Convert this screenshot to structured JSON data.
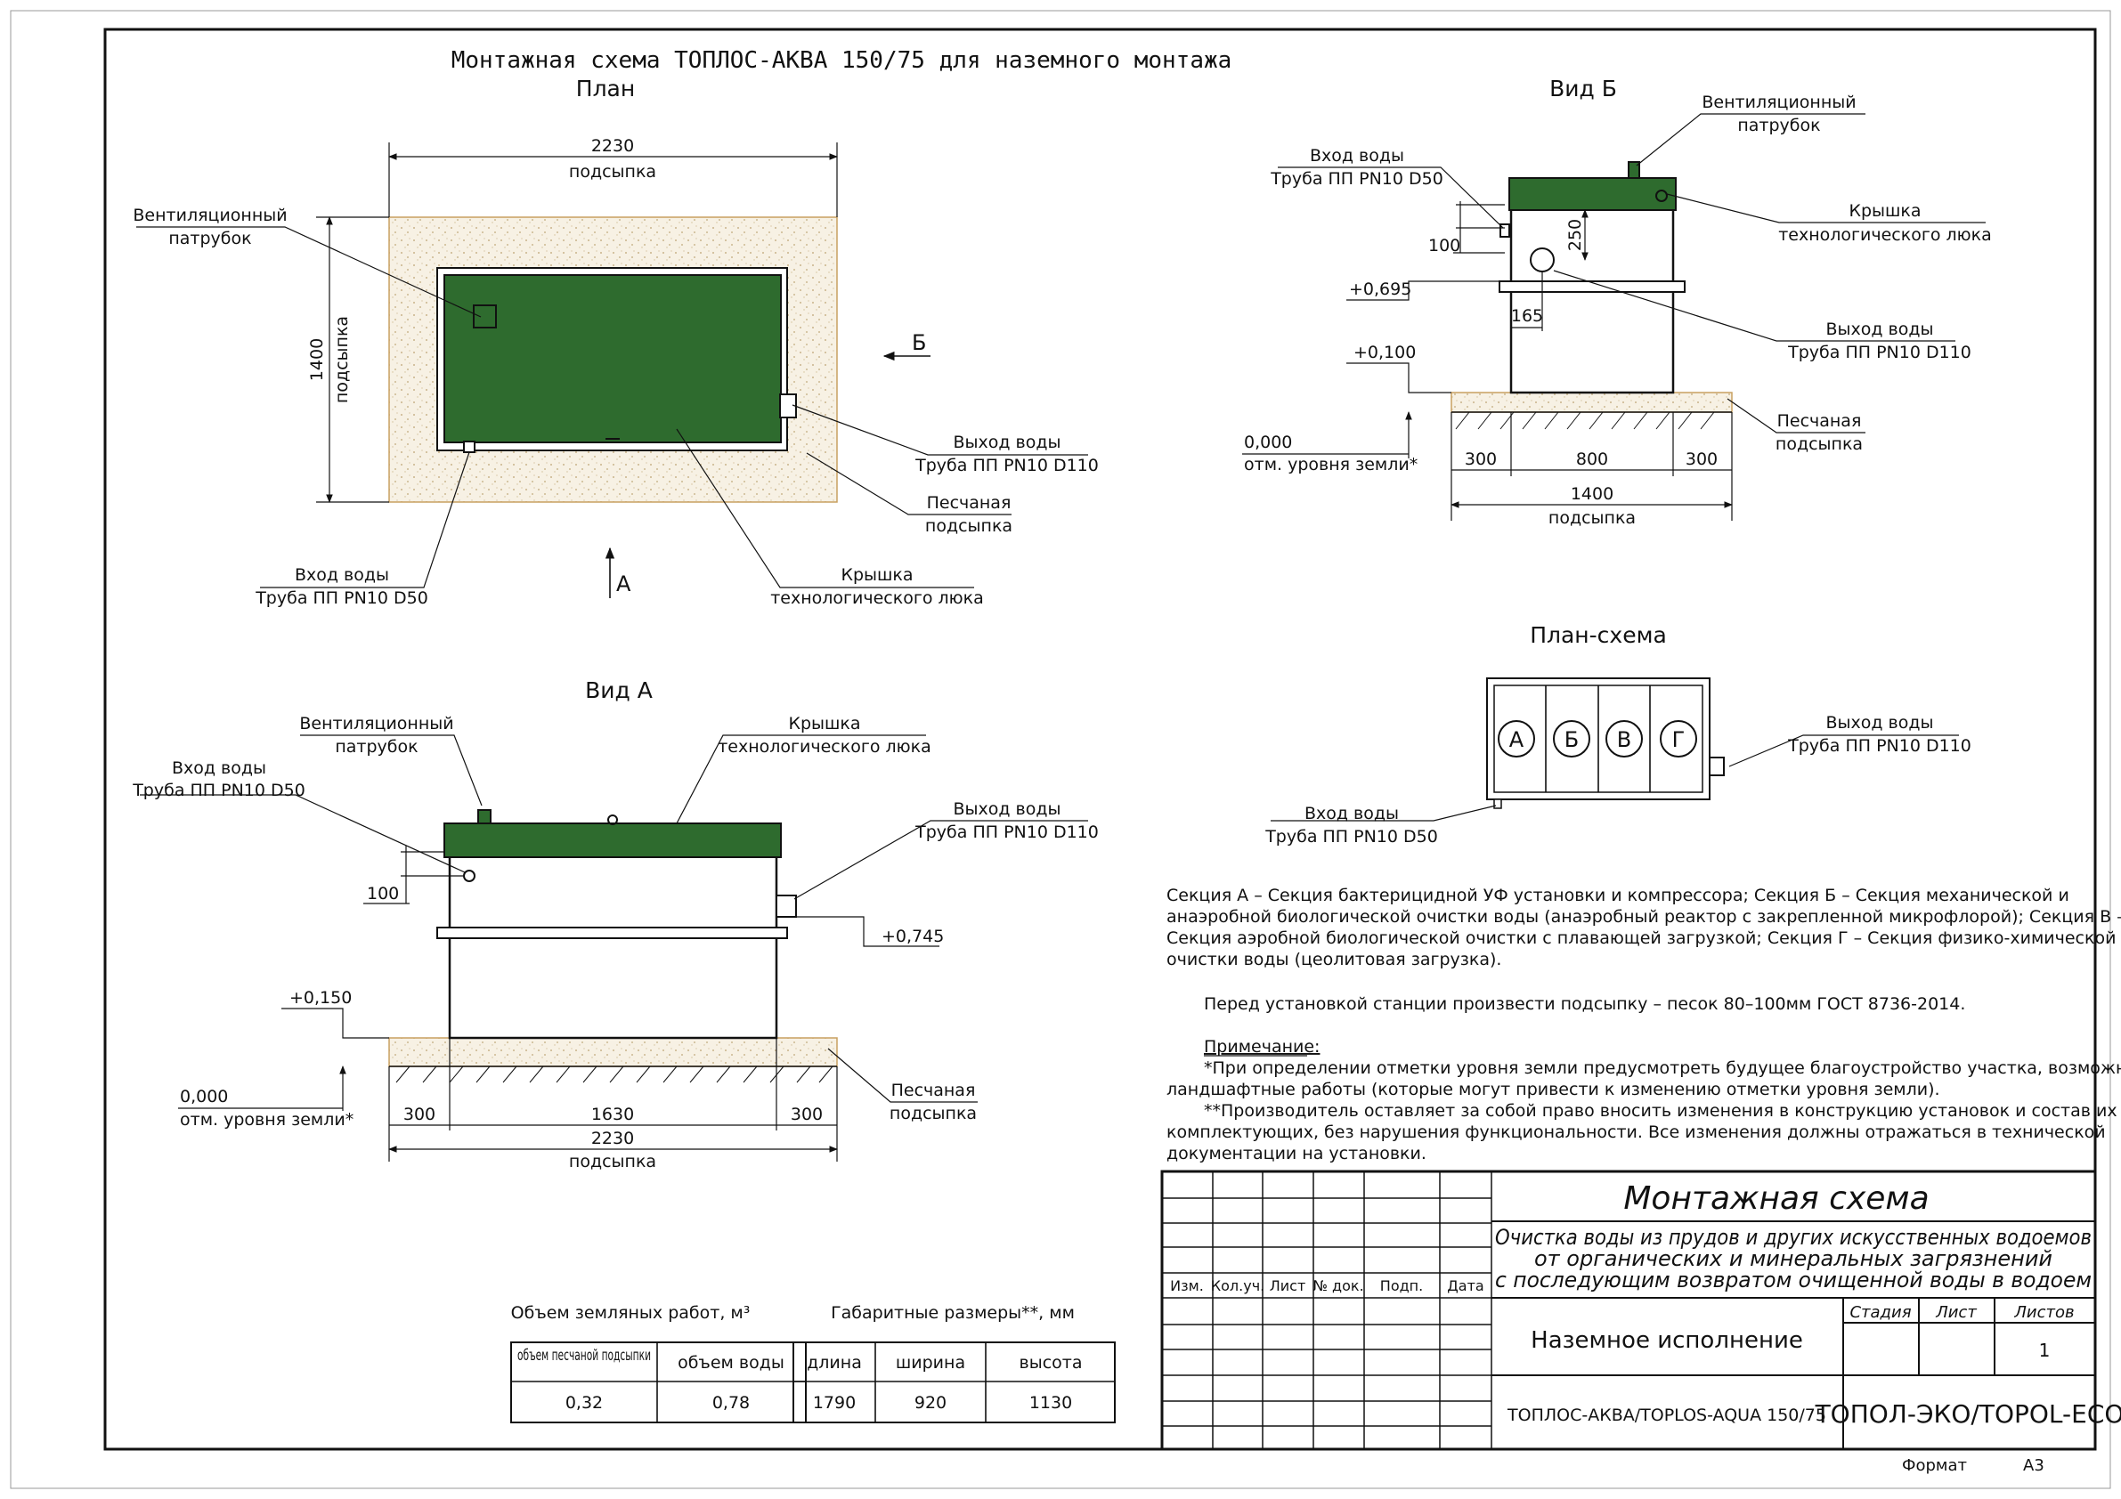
{
  "sheet": {
    "title": "Монтажная схема ТОПЛОС-АКВА 150/75 для наземного монтажа",
    "format_label": "Формат",
    "format_value": "А3"
  },
  "plan": {
    "title": "План",
    "dim_width": "2230",
    "dim_width_sub": "подсыпка",
    "dim_height": "1400",
    "dim_height_sub": "подсыпка",
    "arrow_b": "Б",
    "arrow_a": "А",
    "vent_l1": "Вентиляционный",
    "vent_l2": "патрубок",
    "out_l1": "Выход воды",
    "out_l2": "Труба ПП PN10 D110",
    "sand_l1": "Песчаная",
    "sand_l2": "подсыпка",
    "in_l1": "Вход воды",
    "in_l2": "Труба ПП PN10 D50",
    "lid_l1": "Крышка",
    "lid_l2": "технологического люка"
  },
  "view_b": {
    "title": "Вид Б",
    "vent_l1": "Вентиляционный",
    "vent_l2": "патрубок",
    "in_l1": "Вход воды",
    "in_l2": "Труба ПП PN10 D50",
    "lid_l1": "Крышка",
    "lid_l2": "технологического люка",
    "out_l1": "Выход воды",
    "out_l2": "Труба ПП PN10 D110",
    "sand_l1": "Песчаная",
    "sand_l2": "подсыпка",
    "dim_100": "100",
    "dim_250": "250",
    "dim_165": "165",
    "elev_695": "+0,695",
    "elev_100": "+0,100",
    "ground_val": "0,000",
    "ground_label": "отм. уровня земли*",
    "dim_300a": "300",
    "dim_800": "800",
    "dim_300b": "300",
    "dim_1400": "1400",
    "dim_1400_sub": "подсыпка"
  },
  "view_a": {
    "title": "Вид А",
    "vent_l1": "Вентиляционный",
    "vent_l2": "патрубок",
    "in_l1": "Вход воды",
    "in_l2": "Труба ПП PN10 D50",
    "lid_l1": "Крышка",
    "lid_l2": "технологического люка",
    "out_l1": "Выход воды",
    "out_l2": "Труба ПП PN10 D110",
    "sand_l1": "Песчаная",
    "sand_l2": "подсыпка",
    "dim_100": "100",
    "elev_745": "+0,745",
    "elev_150": "+0,150",
    "ground_val": "0,000",
    "ground_label": "отм. уровня земли*",
    "dim_300a": "300",
    "dim_1630": "1630",
    "dim_300b": "300",
    "dim_2230": "2230",
    "dim_2230_sub": "подсыпка"
  },
  "plan_scheme": {
    "title": "План-схема",
    "sections": [
      "А",
      "Б",
      "В",
      "Г"
    ],
    "out_l1": "Выход воды",
    "out_l2": "Труба ПП PN10 D110",
    "in_l1": "Вход воды",
    "in_l2": "Труба ПП PN10 D50"
  },
  "notes": {
    "sections_lines": [
      "Секция А  – Секция бактерицидной УФ установки и компрессора; Секция Б – Секция механической и",
      "анаэробной биологической очистки воды (анаэробный реактор с закрепленной микрофлорой); Секция В –",
      "Секция аэробной биологической очистки с плавающей загрузкой; Секция Г – Секция физико-химической",
      "очистки воды (цеолитовая загрузка)."
    ],
    "sand_note": "Перед установкой станции произвести подсыпку – песок 80–100мм ГОСТ 8736-2014.",
    "remark_title": "Примечание:",
    "remark_lines": [
      "*При определении отметки уровня земли предусмотреть будущее благоустройство участка, возможные",
      "ландшафтные работы (которые могут привести к изменению отметки уровня земли).",
      "**Производитель оставляет за собой право вносить изменения в конструкцию установок и состав их",
      "комплектующих, без нарушения функциональности. Все изменения должны отражаться в технической",
      "документации на установки."
    ]
  },
  "earthworks": {
    "title": "Объем земляных работ, м³",
    "headers": [
      "объем песчаной подсыпки",
      "объем воды"
    ],
    "values": [
      "0,32",
      "0,78"
    ]
  },
  "dimensions": {
    "title": "Габаритные размеры**, мм",
    "headers": [
      "длина",
      "ширина",
      "высота"
    ],
    "values": [
      "1790",
      "920",
      "1130"
    ]
  },
  "stamp": {
    "col_headers": [
      "Изм.",
      "Кол.уч.",
      "Лист",
      "№ док.",
      "Подп.",
      "Дата"
    ],
    "main_title": "Монтажная схема",
    "desc_lines": [
      "Очистка воды из прудов и других искусственных водоемов",
      "от органических и минеральных загрязнений",
      "с последующим возвратом очищенной воды в водоем"
    ],
    "variant": "Наземное исполнение",
    "stage_label": "Стадия",
    "sheet_label": "Лист",
    "sheets_label": "Листов",
    "sheets_value": "1",
    "doc_code": "ТОПЛОС-АКВА/TOPLOS-AQUA 150/75",
    "company": "ТОПОЛ-ЭКО/TOPOL-ECO"
  }
}
